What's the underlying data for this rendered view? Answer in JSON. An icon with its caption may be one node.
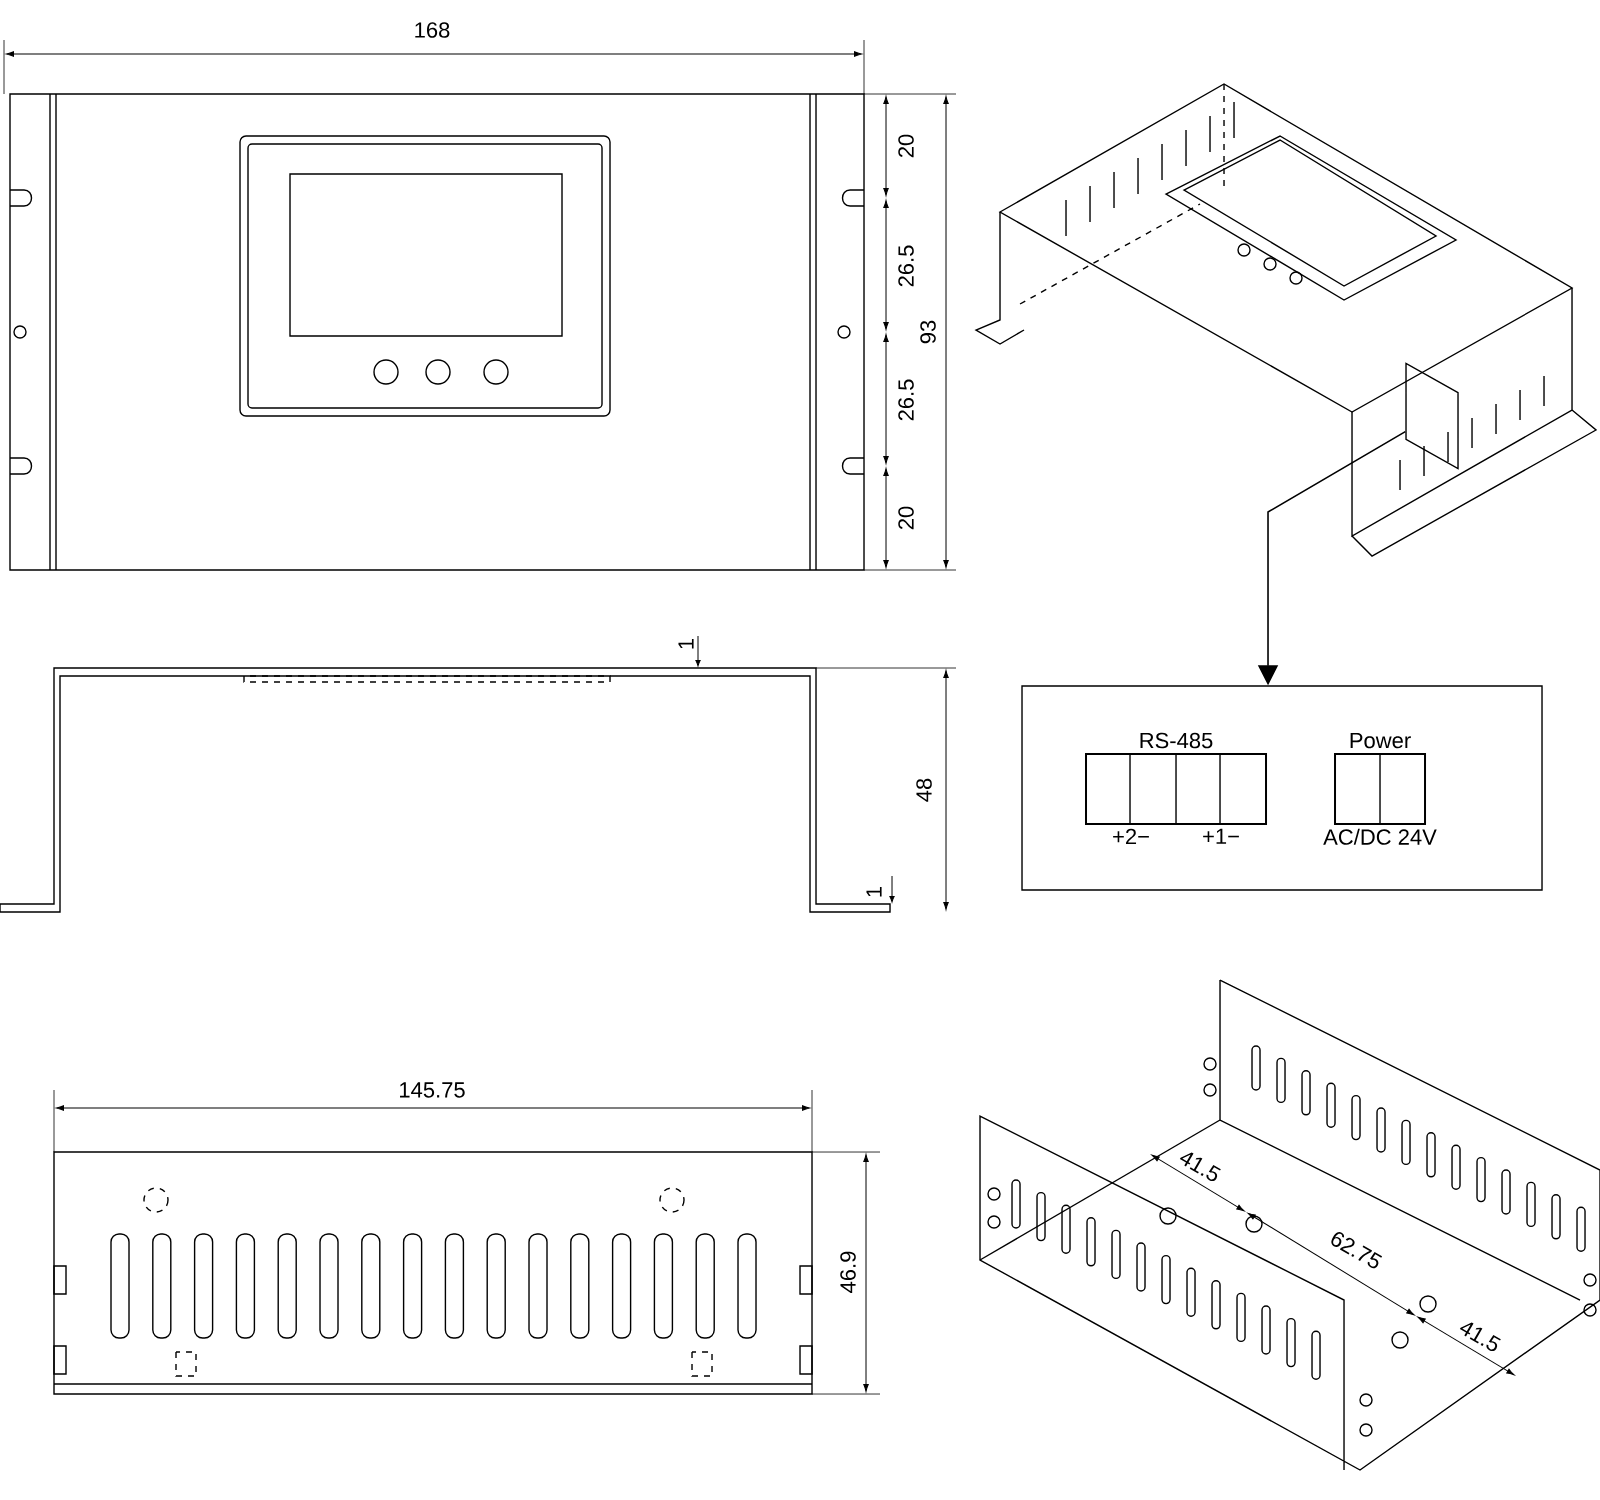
{
  "diagram": {
    "nodes": [
      {
        "text": [],
        "shape": "box"
      },
      {
        "text": [],
        "shape": "box"
      },
      {
        "text": [
          "RS-485",
          "+2−",
          "+1−"
        ],
        "in": 1
      },
      {
        "text": [
          "Power",
          "AC/DC 24V"
        ],
        "in": 1
      }
    ],
    "edges": [
      {
        "from": 0,
        "to": 1,
        "arrow": "to"
      }
    ],
    "labels": [
      "168",
      "20",
      "26.5",
      "93",
      "26.5",
      "20",
      "1",
      "48",
      "1",
      "145.75",
      "46.9",
      "41.5",
      "62.75",
      "41.5"
    ]
  }
}
